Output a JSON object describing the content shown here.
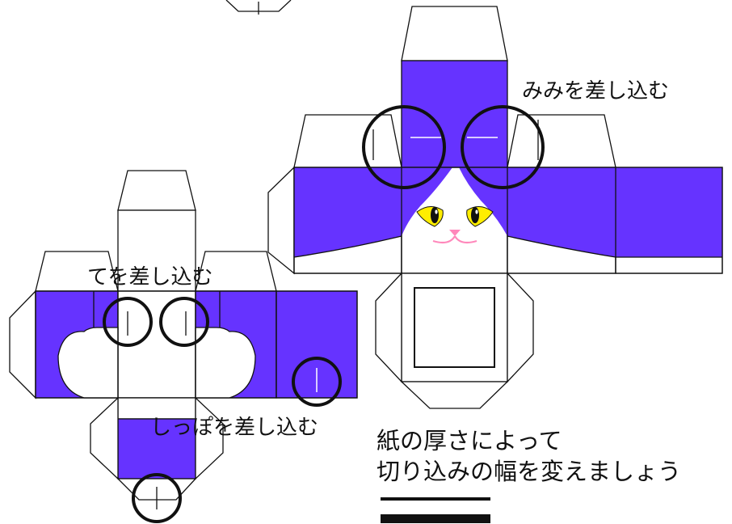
{
  "colors": {
    "purple": "#6633ff",
    "outline": "#111111",
    "paper": "#ffffff",
    "eye": "#ffee00",
    "mouth": "#ff88bb"
  },
  "labels": {
    "ears": "みみを差し込む",
    "hands": "てを差し込む",
    "tail": "しっぽを差し込む"
  },
  "note": {
    "line1": "紙の厚さによって",
    "line2": "切り込みの幅を変えましょう"
  },
  "icons": [
    "cat-face",
    "slit-mark-circle",
    "thickness-bars"
  ]
}
